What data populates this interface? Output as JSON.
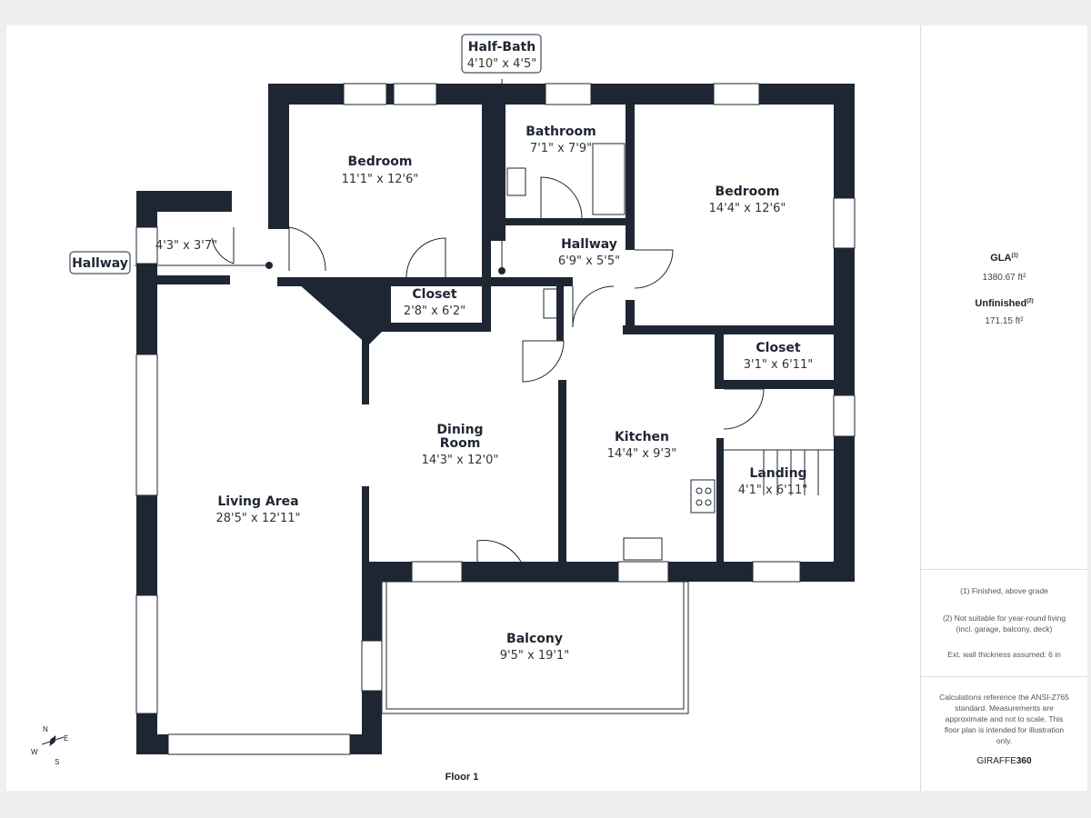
{
  "rooms": [
    {
      "name": "Bedroom",
      "dims": "11'1\" x 12'6\""
    },
    {
      "name": "Bathroom",
      "dims": "7'1\" x 7'9\""
    },
    {
      "name": "Bedroom",
      "dims": "14'4\" x 12'6\""
    },
    {
      "name": "Hallway",
      "dims": "6'9\" x 5'5\""
    },
    {
      "name": "Closet",
      "dims": "2'8\" x 6'2\""
    },
    {
      "name": "Closet",
      "dims": "3'1\" x 6'11\""
    },
    {
      "name": "Dining Room",
      "dims": "14'3\" x 12'0\""
    },
    {
      "name": "Kitchen",
      "dims": "14'4\" x 9'3\""
    },
    {
      "name": "Landing",
      "dims": "4'1\" x 6'11\""
    },
    {
      "name": "Living Area",
      "dims": "28'5\" x 12'11\""
    },
    {
      "name": "Balcony",
      "dims": "9'5\" x 19'1\""
    }
  ],
  "callouts": {
    "half_bath": {
      "name": "Half-Bath",
      "dims": "4'10\" x 4'5\""
    },
    "hallway": {
      "name": "Hallway",
      "dims": "4'3\" x 3'7\""
    }
  },
  "dining_line1": "Dining",
  "dining_line2": "Room",
  "floor_label": "Floor 1",
  "compass": {
    "n": "N",
    "e": "E",
    "s": "S",
    "w": "W"
  },
  "summary": {
    "gla_label": "GLA",
    "gla_sup": "(1)",
    "gla_value": "1380.67 ft²",
    "unfinished_label": "Unfinished",
    "unfinished_sup": "(2)",
    "unfinished_value": "171.15 ft²"
  },
  "notes": {
    "n1": "(1) Finished, above grade",
    "n2": "(2) Not suitable for year-round living (incl. garage, balcony, deck)",
    "n3": "Ext. wall thickness assumed: 6 in"
  },
  "disclaimer": "Calculations reference the ANSI-Z765 standard. Measurements are approximate and not to scale. This floor plan is intended for illustration only.",
  "brand": {
    "a": "GIRAFFE",
    "b": "360"
  }
}
